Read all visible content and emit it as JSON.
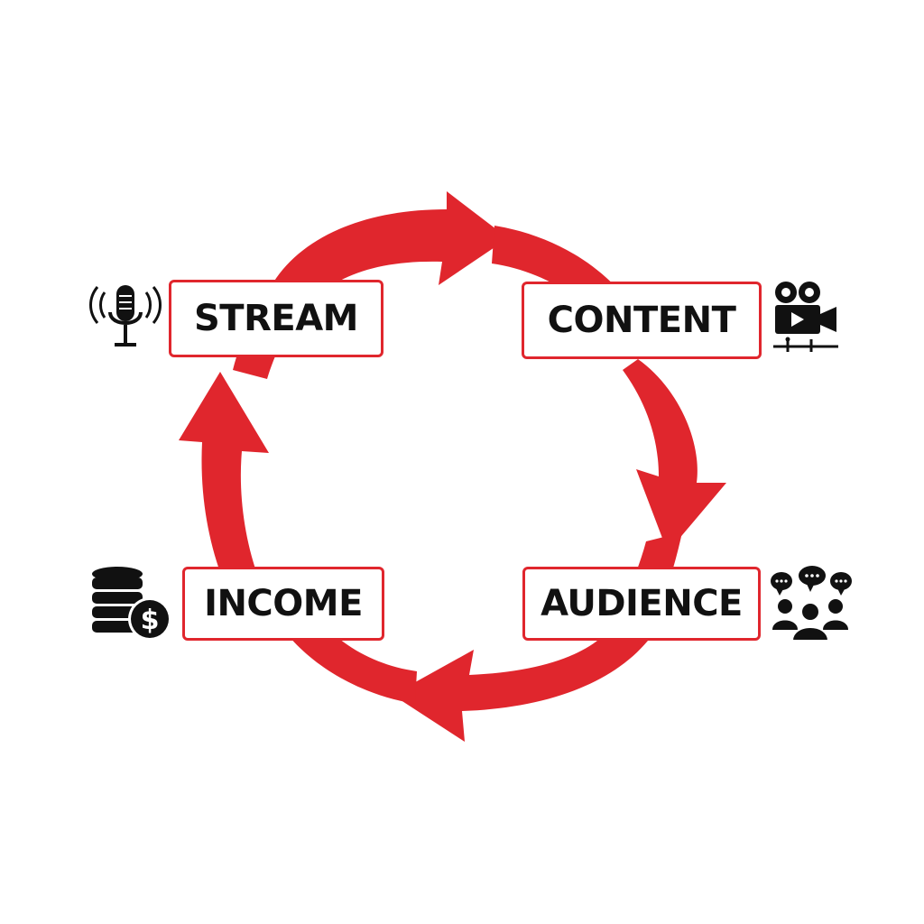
{
  "colors": {
    "accent": "#e0262d",
    "text": "#111111",
    "background": "#ffffff"
  },
  "nodes": [
    {
      "id": "stream",
      "label": "STREAM",
      "icon": "podcast-microphone-icon"
    },
    {
      "id": "content",
      "label": "CONTENT",
      "icon": "video-camera-icon"
    },
    {
      "id": "audience",
      "label": "AUDIENCE",
      "icon": "audience-chat-icon"
    },
    {
      "id": "income",
      "label": "INCOME",
      "icon": "coins-dollar-icon"
    }
  ],
  "cycle_direction": "clockwise"
}
